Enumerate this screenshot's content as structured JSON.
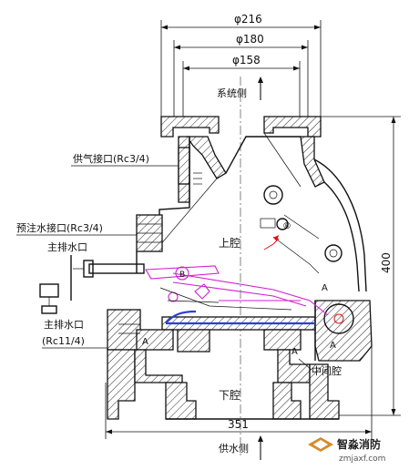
{
  "dimensions": {
    "d216": "φ216",
    "d180": "φ180",
    "d158": "φ158",
    "h400": "400",
    "w351": "351"
  },
  "labels": {
    "system_side": "系统侧",
    "gas_supply": "供气接口(Rc3/4)",
    "prefill_water": "预注水接口(Rc3/4)",
    "main_drain_1": "主排水口",
    "main_drain_2_line1": "主排水口",
    "main_drain_2_line2": "(Rc11/4)",
    "upper_chamber": "上腔",
    "middle_chamber": "中间腔",
    "lower_chamber": "下腔",
    "supply_side": "供水侧",
    "section_a1": "A",
    "section_a2": "A",
    "section_a3": "A",
    "section_a4": "A",
    "mark_b": "B",
    "mark_r": "®"
  },
  "watermark": {
    "brand": "智淼消防",
    "url": "zmjaxf.com"
  },
  "colors": {
    "line": "#111111",
    "mechanism": "#d01fd0",
    "diaphragm": "#2a3fd8",
    "accent": "#e01010"
  }
}
